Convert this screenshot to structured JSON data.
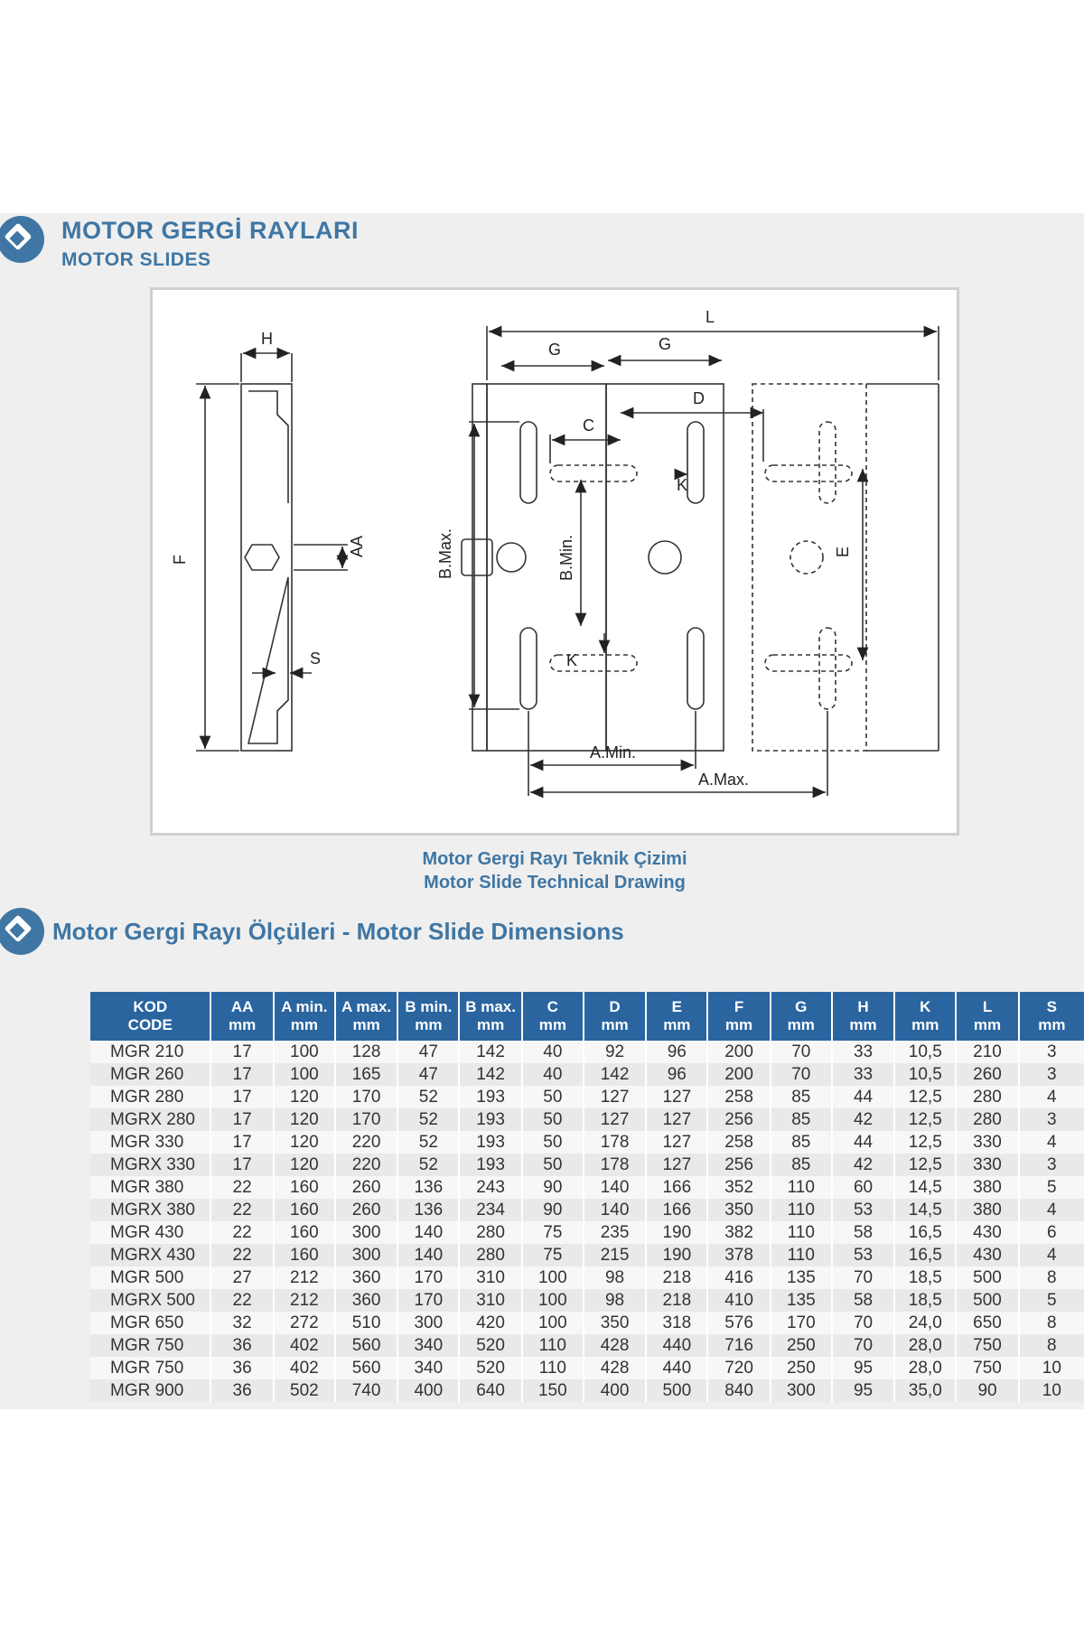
{
  "header": {
    "title_tr": "MOTOR GERGİ RAYLARI",
    "title_en": "MOTOR SLIDES"
  },
  "drawing": {
    "labels": {
      "H": "H",
      "F": "F",
      "AA": "AA",
      "S": "S",
      "L": "L",
      "G": "G",
      "C": "C",
      "D": "D",
      "K": "K",
      "E": "E",
      "b_max": "B.Max.",
      "b_min": "B.Min.",
      "a_min": "A.Min.",
      "a_max": "A.Max."
    },
    "caption_tr": "Motor Gergi Rayı Teknik Çizimi",
    "caption_en": "Motor Slide Technical Drawing"
  },
  "dimensions": {
    "title": "Motor Gergi Rayı Ölçüleri - Motor Slide Dimensions",
    "headers": [
      [
        "KOD",
        "CODE"
      ],
      [
        "AA",
        "mm"
      ],
      [
        "A min.",
        "mm"
      ],
      [
        "A max.",
        "mm"
      ],
      [
        "B min.",
        "mm"
      ],
      [
        "B max.",
        "mm"
      ],
      [
        "C",
        "mm"
      ],
      [
        "D",
        "mm"
      ],
      [
        "E",
        "mm"
      ],
      [
        "F",
        "mm"
      ],
      [
        "G",
        "mm"
      ],
      [
        "H",
        "mm"
      ],
      [
        "K",
        "mm"
      ],
      [
        "L",
        "mm"
      ],
      [
        "S",
        "mm"
      ]
    ],
    "rows": [
      [
        "MGR 210",
        "17",
        "100",
        "128",
        "47",
        "142",
        "40",
        "92",
        "96",
        "200",
        "70",
        "33",
        "10,5",
        "210",
        "3"
      ],
      [
        "MGR 260",
        "17",
        "100",
        "165",
        "47",
        "142",
        "40",
        "142",
        "96",
        "200",
        "70",
        "33",
        "10,5",
        "260",
        "3"
      ],
      [
        "MGR 280",
        "17",
        "120",
        "170",
        "52",
        "193",
        "50",
        "127",
        "127",
        "258",
        "85",
        "44",
        "12,5",
        "280",
        "4"
      ],
      [
        "MGRX 280",
        "17",
        "120",
        "170",
        "52",
        "193",
        "50",
        "127",
        "127",
        "256",
        "85",
        "42",
        "12,5",
        "280",
        "3"
      ],
      [
        "MGR 330",
        "17",
        "120",
        "220",
        "52",
        "193",
        "50",
        "178",
        "127",
        "258",
        "85",
        "44",
        "12,5",
        "330",
        "4"
      ],
      [
        "MGRX 330",
        "17",
        "120",
        "220",
        "52",
        "193",
        "50",
        "178",
        "127",
        "256",
        "85",
        "42",
        "12,5",
        "330",
        "3"
      ],
      [
        "MGR 380",
        "22",
        "160",
        "260",
        "136",
        "243",
        "90",
        "140",
        "166",
        "352",
        "110",
        "60",
        "14,5",
        "380",
        "5"
      ],
      [
        "MGRX 380",
        "22",
        "160",
        "260",
        "136",
        "234",
        "90",
        "140",
        "166",
        "350",
        "110",
        "53",
        "14,5",
        "380",
        "4"
      ],
      [
        "MGR 430",
        "22",
        "160",
        "300",
        "140",
        "280",
        "75",
        "235",
        "190",
        "382",
        "110",
        "58",
        "16,5",
        "430",
        "6"
      ],
      [
        "MGRX 430",
        "22",
        "160",
        "300",
        "140",
        "280",
        "75",
        "215",
        "190",
        "378",
        "110",
        "53",
        "16,5",
        "430",
        "4"
      ],
      [
        "MGR 500",
        "27",
        "212",
        "360",
        "170",
        "310",
        "100",
        "98",
        "218",
        "416",
        "135",
        "70",
        "18,5",
        "500",
        "8"
      ],
      [
        "MGRX 500",
        "22",
        "212",
        "360",
        "170",
        "310",
        "100",
        "98",
        "218",
        "410",
        "135",
        "58",
        "18,5",
        "500",
        "5"
      ],
      [
        "MGR 650",
        "32",
        "272",
        "510",
        "300",
        "420",
        "100",
        "350",
        "318",
        "576",
        "170",
        "70",
        "24,0",
        "650",
        "8"
      ],
      [
        "MGR 750",
        "36",
        "402",
        "560",
        "340",
        "520",
        "110",
        "428",
        "440",
        "716",
        "250",
        "70",
        "28,0",
        "750",
        "8"
      ],
      [
        "MGR 750",
        "36",
        "402",
        "560",
        "340",
        "520",
        "110",
        "428",
        "440",
        "720",
        "250",
        "95",
        "28,0",
        "750",
        "10"
      ],
      [
        "MGR 900",
        "36",
        "502",
        "740",
        "400",
        "640",
        "150",
        "400",
        "500",
        "840",
        "300",
        "95",
        "35,0",
        "90",
        "10"
      ]
    ]
  },
  "colors": {
    "accent": "#3f76a3",
    "table_header": "#2a65a0",
    "panel_bg": "#efefef"
  }
}
